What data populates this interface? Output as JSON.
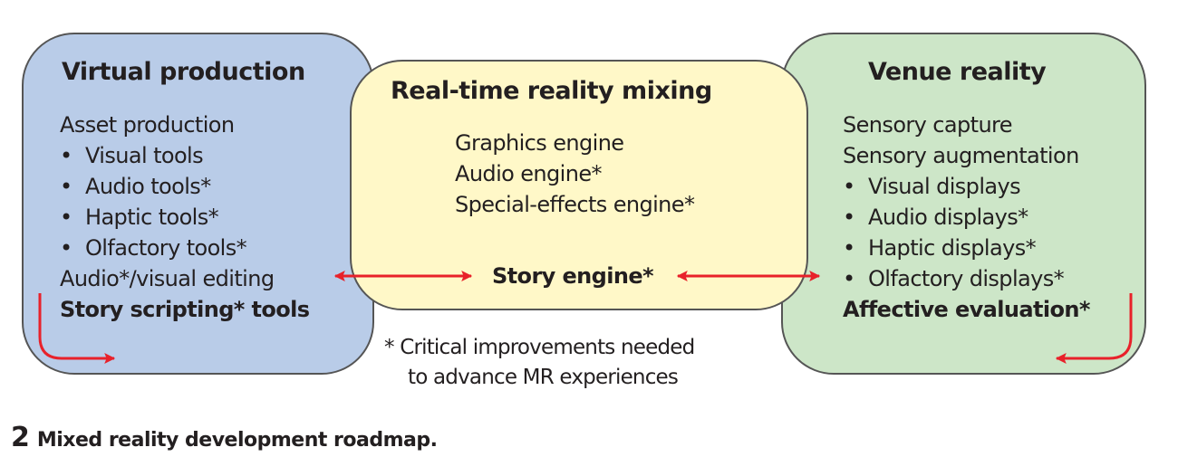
{
  "diagram": {
    "left_box": {
      "title": "Virtual production",
      "color": "#b9cce8",
      "items": [
        {
          "text": "Asset production",
          "bullet": false,
          "bold": false
        },
        {
          "text": "Visual tools",
          "bullet": true,
          "bold": false
        },
        {
          "text": "Audio tools*",
          "bullet": true,
          "bold": false
        },
        {
          "text": "Haptic tools*",
          "bullet": true,
          "bold": false
        },
        {
          "text": "Olfactory tools*",
          "bullet": true,
          "bold": false
        },
        {
          "text": "Audio*/visual editing",
          "bullet": false,
          "bold": false
        },
        {
          "text": "Story scripting* tools",
          "bullet": false,
          "bold": true
        }
      ]
    },
    "center_box": {
      "title": "Real-time reality mixing",
      "color": "#fff8c8",
      "items": [
        {
          "text": "Graphics engine"
        },
        {
          "text": "Audio engine*"
        },
        {
          "text": "Special-effects engine*"
        }
      ],
      "hub": "Story engine*"
    },
    "right_box": {
      "title": "Venue reality",
      "color": "#cde6c8",
      "items": [
        {
          "text": "Sensory capture",
          "bullet": false,
          "bold": false
        },
        {
          "text": "Sensory augmentation",
          "bullet": false,
          "bold": false
        },
        {
          "text": "Visual displays",
          "bullet": true,
          "bold": false
        },
        {
          "text": "Audio displays*",
          "bullet": true,
          "bold": false
        },
        {
          "text": "Haptic displays*",
          "bullet": true,
          "bold": false
        },
        {
          "text": "Olfactory displays*",
          "bullet": true,
          "bold": false
        },
        {
          "text": "Affective evaluation*",
          "bullet": false,
          "bold": true
        }
      ]
    },
    "arrow_color": "#e8212a",
    "footnote": {
      "line1": "* Critical improvements needed",
      "line2": "to advance MR experiences"
    }
  },
  "caption": {
    "number": "2",
    "text": "Mixed reality development roadmap."
  }
}
